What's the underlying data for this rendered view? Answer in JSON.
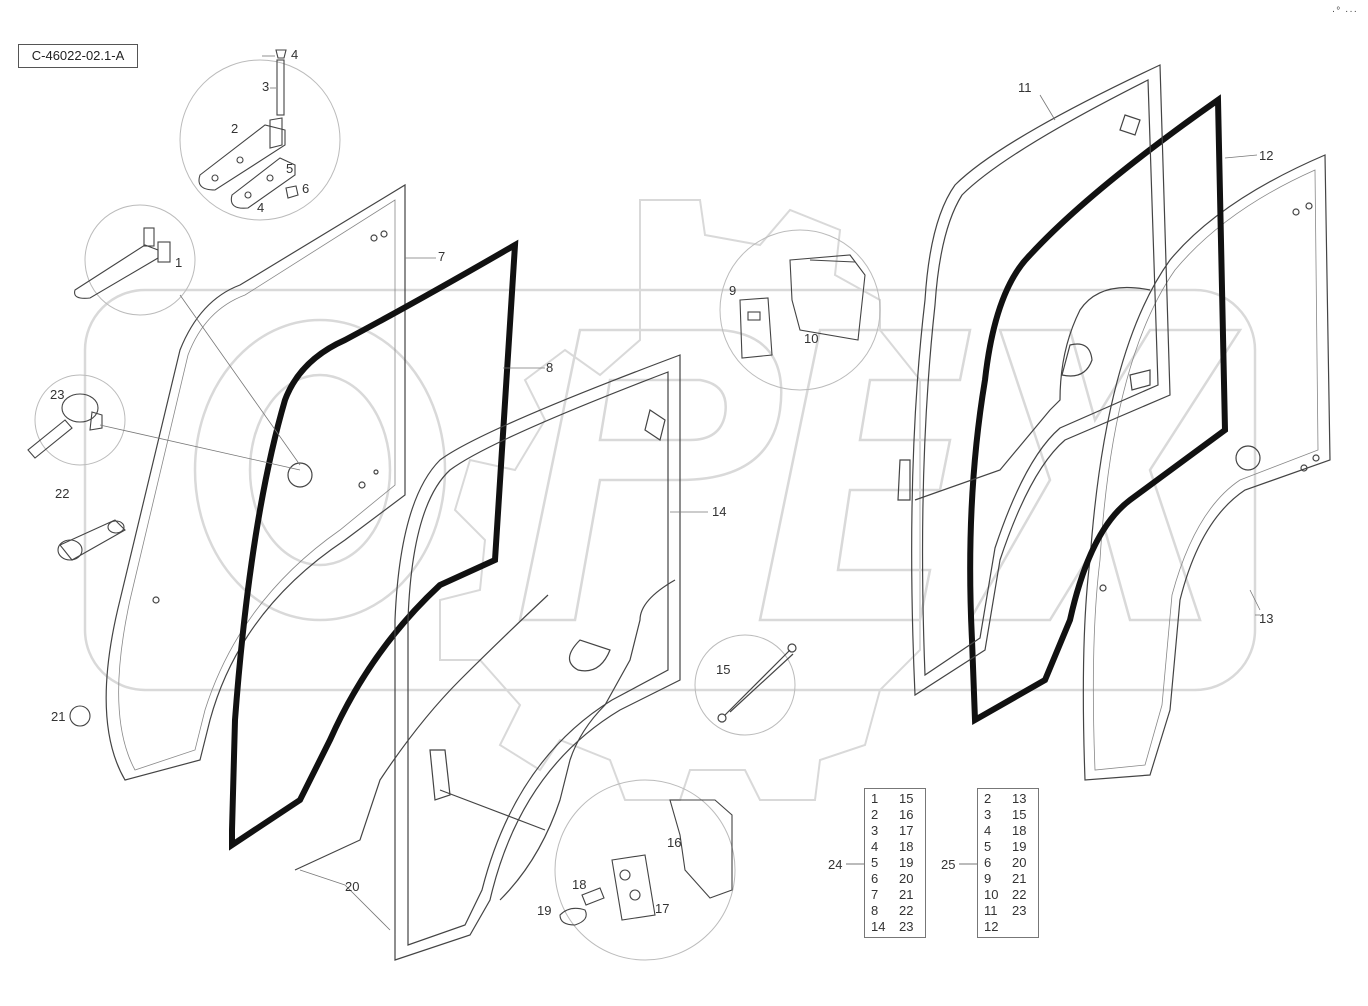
{
  "drawing_code": "C-46022-02.1-A",
  "corner_mark": "·° ···",
  "watermark": {
    "brand": "OPEX",
    "color": "#d8d8d8"
  },
  "callouts": [
    {
      "id": "c1",
      "text": "1"
    },
    {
      "id": "c2",
      "text": "2"
    },
    {
      "id": "c3",
      "text": "3"
    },
    {
      "id": "c4a",
      "text": "4"
    },
    {
      "id": "c4b",
      "text": "4"
    },
    {
      "id": "c5",
      "text": "5"
    },
    {
      "id": "c6",
      "text": "6"
    },
    {
      "id": "c7",
      "text": "7"
    },
    {
      "id": "c8",
      "text": "8"
    },
    {
      "id": "c9",
      "text": "9"
    },
    {
      "id": "c10",
      "text": "10"
    },
    {
      "id": "c11",
      "text": "11"
    },
    {
      "id": "c12",
      "text": "12"
    },
    {
      "id": "c13",
      "text": "13"
    },
    {
      "id": "c14",
      "text": "14"
    },
    {
      "id": "c15",
      "text": "15"
    },
    {
      "id": "c16",
      "text": "16"
    },
    {
      "id": "c17",
      "text": "17"
    },
    {
      "id": "c18",
      "text": "18"
    },
    {
      "id": "c19",
      "text": "19"
    },
    {
      "id": "c20",
      "text": "20"
    },
    {
      "id": "c21",
      "text": "21"
    },
    {
      "id": "c22",
      "text": "22"
    },
    {
      "id": "c23",
      "text": "23"
    }
  ],
  "kits": [
    {
      "label": "24",
      "rows": [
        [
          "1",
          "15"
        ],
        [
          "2",
          "16"
        ],
        [
          "3",
          "17"
        ],
        [
          "4",
          "18"
        ],
        [
          "5",
          "19"
        ],
        [
          "6",
          "20"
        ],
        [
          "7",
          "21"
        ],
        [
          "8",
          "22"
        ],
        [
          "14",
          "23"
        ]
      ]
    },
    {
      "label": "25",
      "rows": [
        [
          "2",
          "13"
        ],
        [
          "3",
          "15"
        ],
        [
          "4",
          "18"
        ],
        [
          "5",
          "19"
        ],
        [
          "6",
          "20"
        ],
        [
          "9",
          "21"
        ],
        [
          "10",
          "22"
        ],
        [
          "11",
          "23"
        ],
        [
          "12",
          ""
        ]
      ]
    }
  ]
}
